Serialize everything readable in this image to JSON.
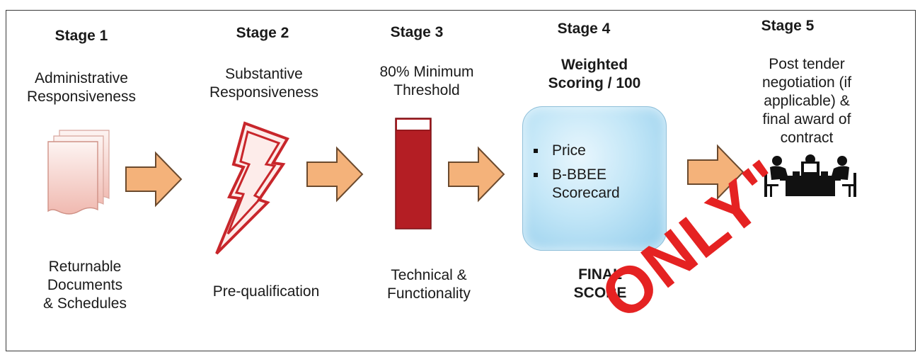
{
  "stages": [
    {
      "title": "Stage 1",
      "desc_lines": [
        "Administrative",
        "Responsiveness"
      ],
      "bottom_lines": [
        "Returnable",
        "Documents",
        "& Schedules"
      ]
    },
    {
      "title": "Stage 2",
      "desc_lines": [
        "Substantive",
        "Responsiveness"
      ],
      "bottom_lines": [
        "Pre-qualification"
      ]
    },
    {
      "title": "Stage 3",
      "desc_lines": [
        "80% Minimum",
        "Threshold"
      ],
      "bottom_lines": [
        "Technical &",
        "Functionality"
      ]
    },
    {
      "title": "Stage 4",
      "desc_lines": [
        "Weighted",
        "Scoring / 100"
      ],
      "bottom_lines": [
        "FINAL",
        "SCORE"
      ],
      "bullets": [
        "Price",
        "B-BBEE",
        "Scorecard"
      ]
    },
    {
      "title": "Stage 5",
      "desc_lines": [
        "Post tender",
        "negotiation (if",
        "applicable) &",
        "final award of",
        "contract"
      ]
    }
  ],
  "watermark": "ONLY\"",
  "colors": {
    "arrow_fill": "#f4b27a",
    "arrow_stroke": "#6b4a2e",
    "threshold_bar": "#b41e24",
    "bolt": "#c8262b",
    "watermark": "#e52222"
  },
  "icons": {
    "stage1": "document-stack-icon",
    "stage2": "lightning-bolt-icon",
    "stage3": "threshold-bar-icon",
    "stage4": "score-box",
    "stage5": "meeting-table-icon"
  }
}
